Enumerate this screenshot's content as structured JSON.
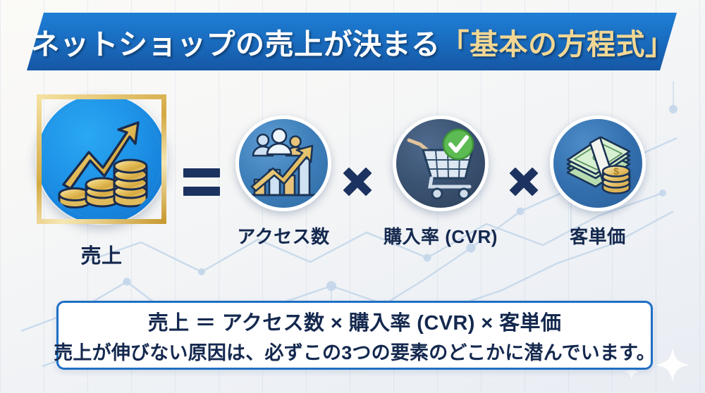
{
  "title": {
    "main_text": "ネットショップの売上が決まる",
    "accent_text": "「基本の方程式」",
    "main_color": "#ffffff",
    "accent_color": "#f2d794",
    "banner_color": "#1a6fc3"
  },
  "equation": {
    "terms": [
      {
        "id": "sales",
        "label": "売上",
        "icon": "growth-chart-coins-icon",
        "circle_color": "#1e93e8",
        "border_color": "#d4a942"
      },
      {
        "id": "access",
        "label": "アクセス数",
        "icon": "people-bar-chart-arrow-icon",
        "circle_color": "#3e7fba",
        "border_color": "#ffffff"
      },
      {
        "id": "cvr",
        "label": "購入率 (CVR)",
        "icon": "shopping-cart-check-icon",
        "circle_color": "#3b5372",
        "border_color": "#ffffff"
      },
      {
        "id": "aov",
        "label": "客単価",
        "icon": "cash-stack-coins-icon",
        "circle_color": "#336fae",
        "border_color": "#ffffff"
      }
    ],
    "operators": [
      {
        "id": "equals",
        "symbol": "=",
        "color": "#1c3260"
      },
      {
        "id": "times-1",
        "symbol": "×",
        "color": "#1c3260"
      },
      {
        "id": "times-2",
        "symbol": "×",
        "color": "#1c3260"
      }
    ]
  },
  "formula_box": {
    "line1": "売上 ＝ アクセス数 × 購入率 (CVR) × 客単価",
    "line2": "売上が伸びない原因は、必ずこの3つの要素のどこかに潜んでいます。",
    "border_color": "#1f6fc4",
    "text_color": "#15294f"
  },
  "background": {
    "base_color": "#f5f6f7",
    "grid_color": "#a0b9d7",
    "network_color": "#c3d6ea",
    "sparkle": "sparkle-icon"
  }
}
